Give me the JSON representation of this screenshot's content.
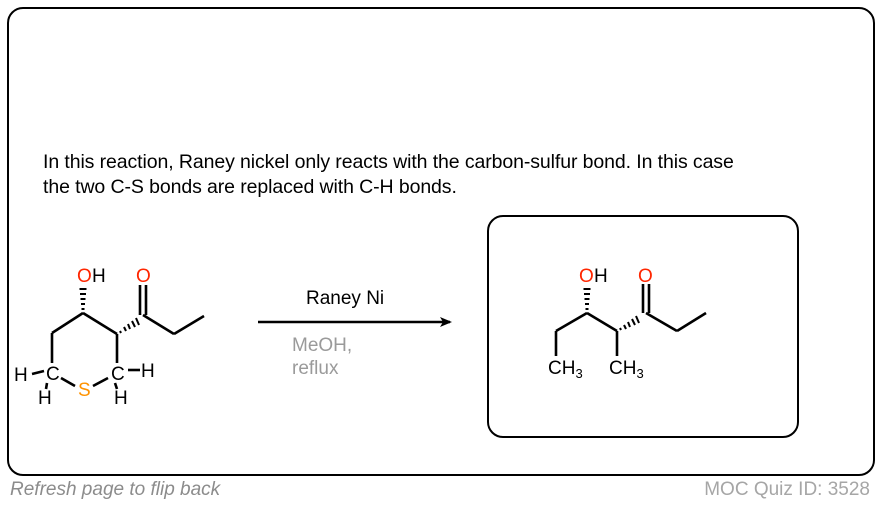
{
  "explanation": {
    "line1": "In this reaction, Raney nickel only reacts with the carbon-sulfur bond. In this case",
    "line2": "the two C-S bonds are replaced with C-H bonds."
  },
  "reaction": {
    "reagent": "Raney Ni",
    "conditions_line1": "MeOH,",
    "conditions_line2": "reflux"
  },
  "reactant": {
    "atoms": {
      "O_hydroxyl": "O",
      "H_hydroxyl": "H",
      "O_carbonyl": "O",
      "C_left": "C",
      "C_right": "C",
      "S": "S",
      "H_left": "H",
      "H_left_below": "H",
      "H_right": "H",
      "H_right_below": "H"
    }
  },
  "product": {
    "atoms": {
      "O_hydroxyl": "O",
      "H_hydroxyl": "H",
      "O_carbonyl": "O",
      "CH3_left": "CH",
      "CH3_left_sub": "3",
      "CH3_right": "CH",
      "CH3_right_sub": "3"
    }
  },
  "footer": {
    "flip_hint": "Refresh page to flip back",
    "quiz_id": "MOC Quiz ID: 3528"
  },
  "colors": {
    "oxygen": "#ff2600",
    "sulfur": "#ff9300",
    "bond": "#000000",
    "conditions": "#9a9a9a",
    "footer": "#8c8c8c"
  }
}
